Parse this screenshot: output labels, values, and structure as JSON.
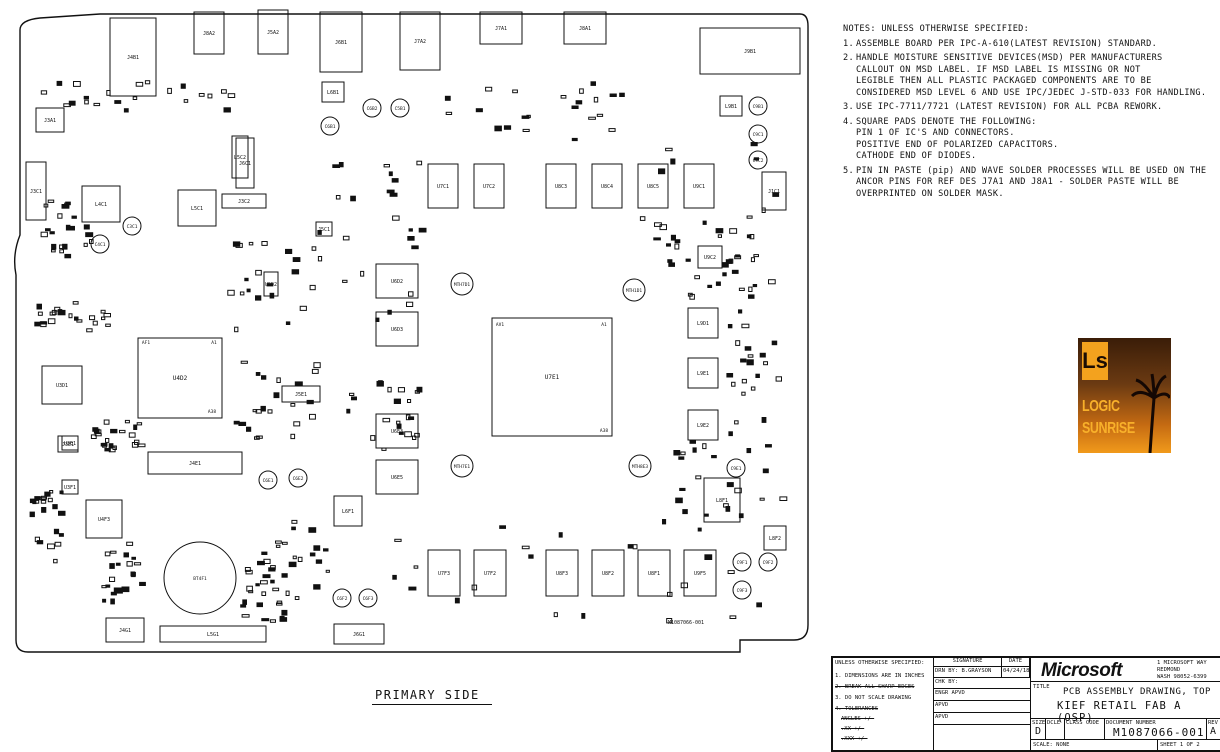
{
  "board": {
    "outline_color": "#111111",
    "part_number": "M1087066-001",
    "connectors": [
      "J4B1",
      "J8A2",
      "J5A2",
      "J6B1",
      "J7A2",
      "J7A1",
      "J8A1",
      "J9B1",
      "J3C1",
      "J1C1",
      "J3C2",
      "J4E1",
      "J5E1",
      "J4G1",
      "J6G1",
      "J3E1",
      "J5C1",
      "J6C1",
      "J3A1"
    ],
    "ics": [
      {
        "ref": "U7E1",
        "pin1": "AV1",
        "pinA": "A1",
        "pinEnd": "A38"
      },
      {
        "ref": "U4D2",
        "pin1": "AF1",
        "pinA": "A1",
        "pinEnd": "A38"
      },
      {
        "ref": "U3D1",
        "pin1": "A1",
        "pinA": "A14",
        "pinEnd": "A1"
      }
    ],
    "modules": [
      "U7C1",
      "U7C2",
      "U8C3",
      "U8C4",
      "U8C5",
      "U9C1",
      "U6D2",
      "U6D3",
      "U6E3",
      "U6E5",
      "U7F3",
      "U7F2",
      "U8F3",
      "U8F2",
      "U8F1",
      "U9F5",
      "U4F3",
      "U3E1",
      "U3F1",
      "U5D2",
      "U9C2"
    ],
    "inductors": [
      "L4C1",
      "L5C1",
      "L6F1",
      "L9D1",
      "L9E1",
      "L9E2",
      "L8F1",
      "L6B1",
      "L9B1",
      "L8F2",
      "L5C2",
      "L5G1"
    ],
    "mounting_holes": [
      "MTH1D1",
      "MTH7D1",
      "MTH7E1",
      "MTH8E3"
    ],
    "battery": "BT4F1",
    "caps": [
      "C4C1",
      "C3C1",
      "C6B1",
      "C6B2",
      "C5B1",
      "C9B1",
      "C9C1",
      "C9C2",
      "C9E1",
      "C6E1",
      "C6E2",
      "C9F1",
      "C9F2",
      "C9F3",
      "C6F2",
      "C6F3"
    ]
  },
  "notes": {
    "header": "NOTES: UNLESS OTHERWISE SPECIFIED:",
    "items": [
      {
        "num": "1.",
        "lines": [
          "ASSEMBLE BOARD PER IPC-A-610(LATEST REVISION) STANDARD."
        ]
      },
      {
        "num": "2.",
        "lines": [
          "HANDLE MOISTURE SENSITIVE DEVICES(MSD) PER MANUFACTURERS",
          "CALLOUT ON MSD LABEL. IF MSD LABEL IS MISSING OR NOT",
          "LEGIBLE THEN ALL PLASTIC PACKAGED COMPONENTS ARE TO BE",
          "CONSIDERED MSD LEVEL 6 AND USE IPC/JEDEC J-STD-033 FOR HANDLING."
        ]
      },
      {
        "num": "3.",
        "lines": [
          "USE IPC-7711/7721 (LATEST REVISION) FOR ALL PCBA REWORK."
        ]
      },
      {
        "num": "4.",
        "lines": [
          "SQUARE PADS DENOTE THE FOLLOWING:",
          "PIN 1 OF IC'S AND CONNECTORS.",
          "POSITIVE END OF POLARIZED CAPACITORS.",
          "CATHODE END OF DIODES."
        ]
      },
      {
        "num": "5.",
        "lines": [
          "PIN IN PASTE (pip) AND WAVE SOLDER PROCESSES WILL BE USED ON THE",
          "ANCOR PINS FOR REF DES J7A1 AND J8A1 - SOLDER PASTE WILL BE",
          "OVERPRINTED ON SOLDER MASK."
        ]
      }
    ]
  },
  "logo": {
    "letters": "Ls",
    "line1": "LOGIC",
    "line2": "SUNRISE"
  },
  "caption": "PRIMARY SIDE",
  "title_block": {
    "spec": [
      "UNLESS OTHERWISE SPECIFIED:",
      "1. DIMENSIONS ARE IN INCHES",
      "2. BREAK ALL SHARP EDGES",
      "3. DO NOT SCALE DRAWING",
      "4. TOLERANCES",
      "ANGLES +/-",
      ".XX +/-",
      ".XXX +/-"
    ],
    "signature_hdr": "SIGNATURE",
    "date_hdr": "DATE",
    "drn": "DRN BY: B.GRAYSON",
    "drn_date": "04/24/18",
    "chk": "CHK BY:",
    "engr": "ENGR APVD",
    "apvd1": "APVD",
    "apvd2": "APVD",
    "company": "Microsoft",
    "addr": [
      "1 MICROSOFT WAY",
      "REDMOND",
      "WASH  98052-6399"
    ],
    "title_lbl": "TITLE",
    "title1": "PCB ASSEMBLY DRAWING, TOP",
    "title2": "KIEF RETAIL FAB A (OSP)",
    "size_lbl": "SIZE",
    "size": "D",
    "dcle_lbl": "DCLE",
    "class_lbl": "CLASS CODE",
    "docnum_lbl": "DOCUMENT NUMBER",
    "docnum": "M1087066-001",
    "rev_lbl": "REV",
    "rev": "A",
    "scale": "SCALE: NONE",
    "sheet": "SHEET 1 OF 2"
  }
}
